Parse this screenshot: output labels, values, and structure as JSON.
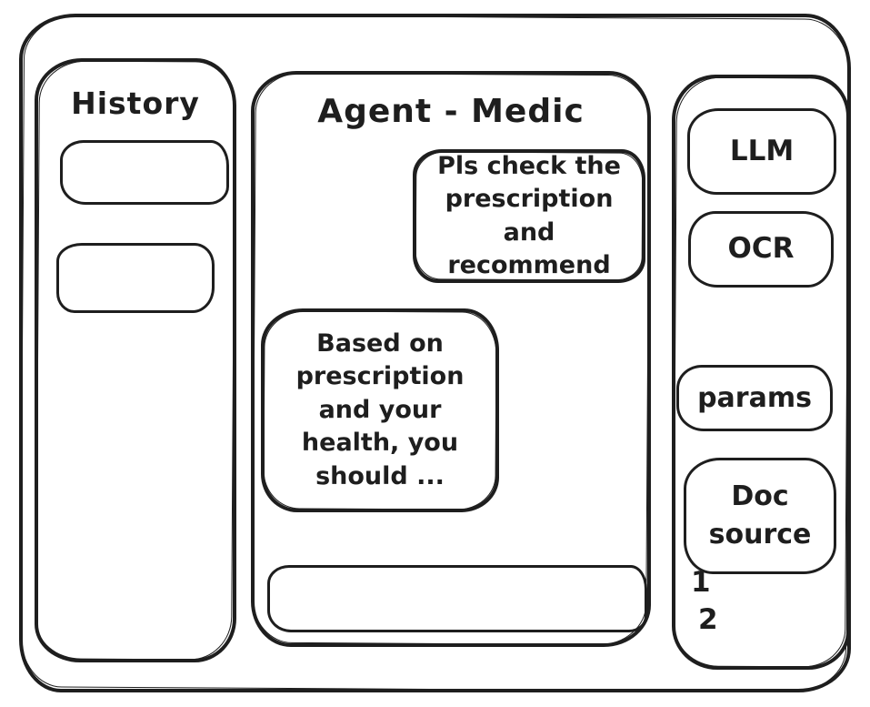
{
  "history_panel": {
    "title": "History",
    "items": [
      "",
      ""
    ]
  },
  "chat_panel": {
    "title": "Agent - Medic",
    "messages": [
      {
        "role": "user",
        "text": "Pls check the prescription and recommend"
      },
      {
        "role": "agent",
        "text": "Based on prescription and your health, you should ..."
      }
    ],
    "input": {
      "value": "",
      "placeholder": ""
    }
  },
  "tools_panel": {
    "buttons": [
      {
        "label": "LLM"
      },
      {
        "label": "OCR"
      },
      {
        "label": "params"
      },
      {
        "label": "Doc source"
      }
    ],
    "doc_list": [
      "1",
      "2"
    ]
  },
  "colors": {
    "stroke": "#1e1e1e",
    "background": "#ffffff"
  }
}
